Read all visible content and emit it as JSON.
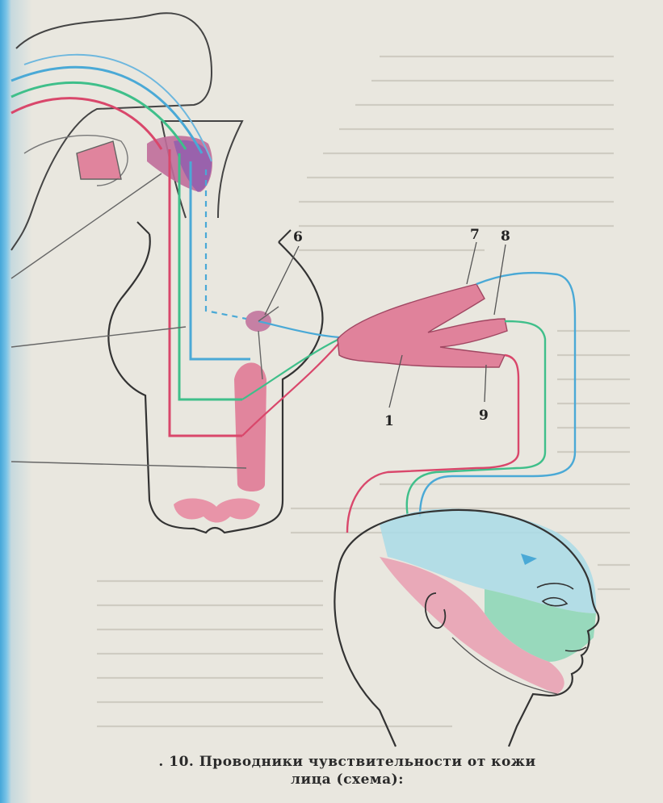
{
  "figure": {
    "caption_line1": ". 10. Проводники чувствительности от кожи",
    "caption_line2": "лица (схема):"
  },
  "labels": {
    "n6": "6",
    "n7": "7",
    "n8": "8",
    "n1": "1",
    "n9": "9"
  },
  "colors": {
    "red_pathway": "#d9476b",
    "green_pathway": "#3fbf8a",
    "blue_pathway": "#4aa9d6",
    "purple_overlap": "#8b5bb0",
    "nucleus_fill": "#e07a96",
    "face_blue": "#a9dbe8",
    "face_green": "#8fd7b8",
    "face_pink": "#e9a2b4"
  }
}
